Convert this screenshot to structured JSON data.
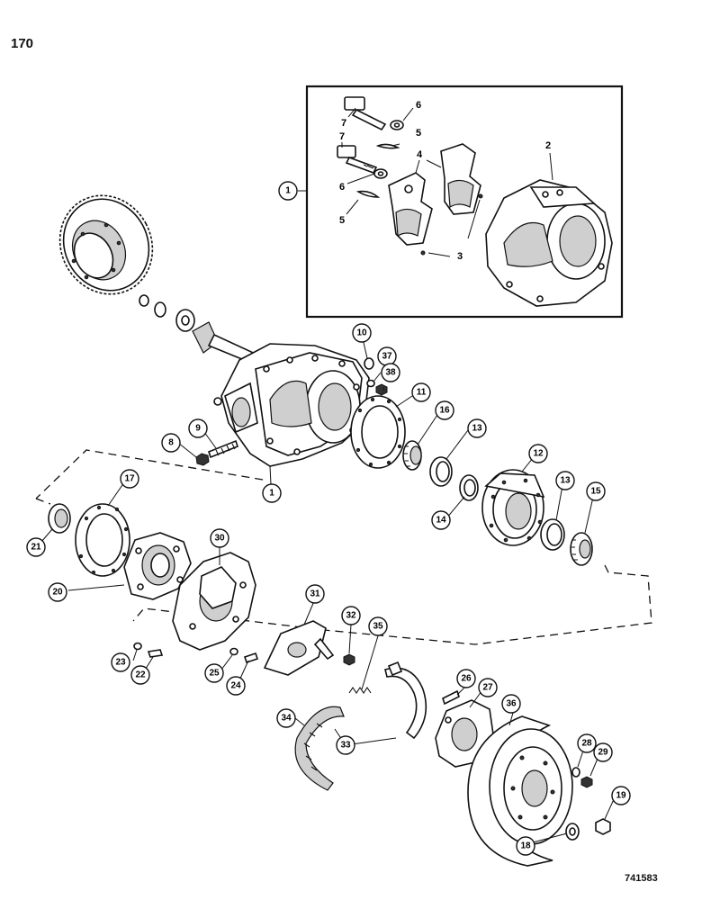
{
  "page": {
    "number": "170",
    "figure_id": "741583"
  },
  "inset": {
    "callout": "1",
    "labels": [
      {
        "id": "inset-label-2",
        "text": "2"
      },
      {
        "id": "inset-label-3",
        "text": "3"
      },
      {
        "id": "inset-label-4",
        "text": "4"
      },
      {
        "id": "inset-label-5a",
        "text": "5"
      },
      {
        "id": "inset-label-5b",
        "text": "5"
      },
      {
        "id": "inset-label-6a",
        "text": "6"
      },
      {
        "id": "inset-label-6b",
        "text": "6"
      },
      {
        "id": "inset-label-7a",
        "text": "7"
      },
      {
        "id": "inset-label-7b",
        "text": "7"
      }
    ]
  },
  "callouts": [
    "1",
    "8",
    "9",
    "10",
    "37",
    "38",
    "11",
    "16",
    "13",
    "12",
    "13",
    "15",
    "14",
    "17",
    "21",
    "20",
    "30",
    "31",
    "32",
    "35",
    "23",
    "22",
    "25",
    "24",
    "26",
    "27",
    "36",
    "34",
    "33",
    "28",
    "29",
    "19",
    "18"
  ]
}
